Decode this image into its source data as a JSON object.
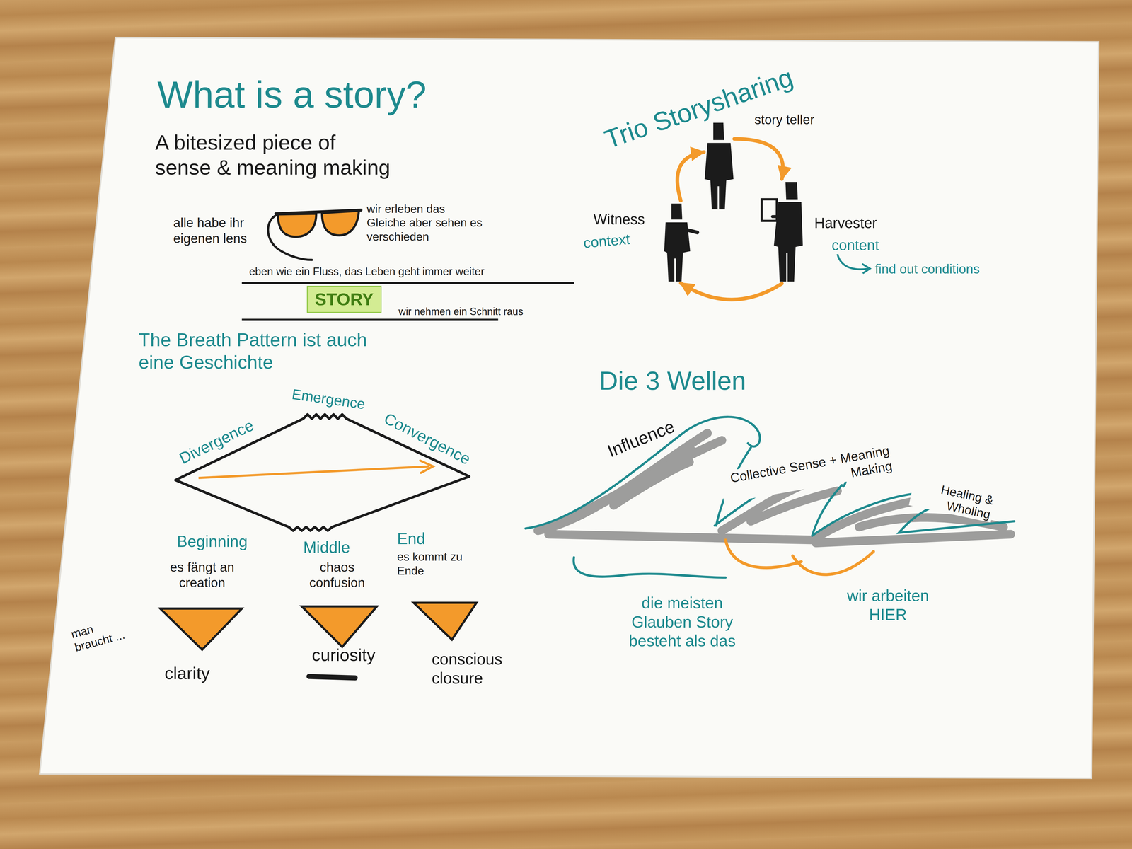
{
  "diagram": {
    "title": "What is a story?",
    "nodes": [
      {
        "text": [
          "STORY"
        ]
      },
      {
        "text": [
          "story teller"
        ]
      },
      {
        "text": [
          "Witness",
          "context"
        ]
      },
      {
        "text": [
          "Harvester",
          "content"
        ]
      }
    ],
    "edges": [
      {
        "from": 1,
        "to": 3,
        "arrow": "to"
      },
      {
        "from": 3,
        "to": 2,
        "arrow": "to"
      },
      {
        "from": 2,
        "to": 1,
        "arrow": "to"
      }
    ],
    "labels": [
      "A bitesized piece of sense & meaning making",
      "alle habe ihr eigenen lens",
      "wir erleben das Gleiche aber sehen es verschieden",
      "eben wie ein Fluss, das Leben geht immer weiter",
      "wir nehmen ein Schnitt raus",
      "The Breath Pattern ist auch eine Geschichte",
      "Trio Storysharing",
      "find out conditions",
      "Emergence",
      "Divergence",
      "Convergence",
      "Beginning",
      "Middle",
      "End",
      "es fängt an creation",
      "chaos confusion",
      "es kommt zu Ende",
      "man braucht ...",
      "clarity",
      "curiosity",
      "conscious closure",
      "Die 3 Wellen",
      "Influence",
      "Collective Sense + Meaning Making",
      "Healing & Wholing",
      "die meisten Glauben Story besteht als das",
      "wir arbeiten HIER"
    ]
  }
}
